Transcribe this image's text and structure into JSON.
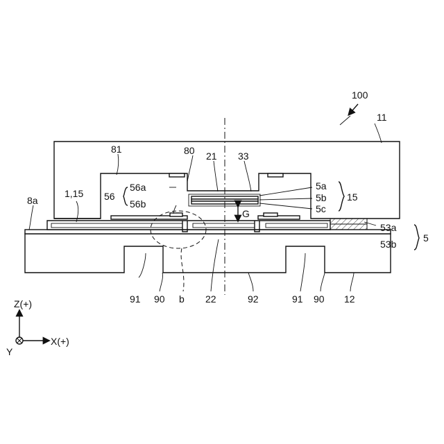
{
  "labels": {
    "ref_100": "100",
    "ref_11": "11",
    "ref_81": "81",
    "ref_80": "80",
    "ref_21": "21",
    "ref_33": "33",
    "ref_56": "56",
    "ref_56a": "56a",
    "ref_56b": "56b",
    "ref_5a": "5a",
    "ref_5b": "5b",
    "ref_5c": "5c",
    "ref_15": "15",
    "ref_8a": "8a",
    "ref_1_15": "1,15",
    "ref_G": "G",
    "ref_53a": "53a",
    "ref_53b": "53b",
    "ref_5": "5",
    "ref_91_left": "91",
    "ref_90_left": "90",
    "ref_b": "b",
    "ref_22": "22",
    "ref_92": "92",
    "ref_91_right": "91",
    "ref_90_right": "90",
    "ref_12": "12"
  },
  "axes": {
    "z_label": "Z(+)",
    "x_label": "X(+)",
    "y_label": "Y"
  }
}
